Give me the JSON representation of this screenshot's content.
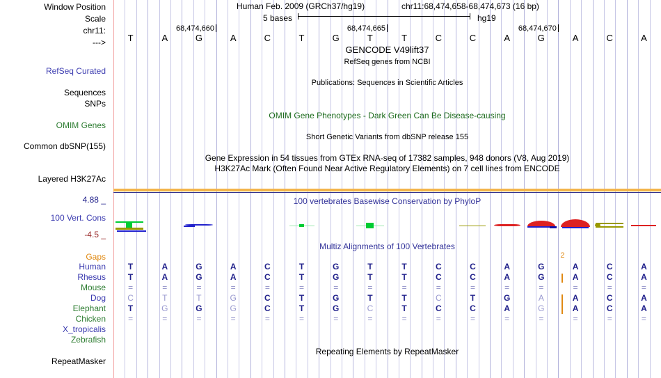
{
  "header": {
    "assembly_title": "Human Feb. 2009 (GRCh37/hg19)",
    "position": "chr11:68,474,658-68,474,673 (16 bp)",
    "scale_label": "5 bases",
    "db_label": "hg19",
    "chrom_label": "chr11:",
    "strand_label": "--->",
    "row_labels": {
      "window_position": "Window Position",
      "scale": "Scale"
    },
    "ruler_ticks": [
      {
        "label": "68,474,660",
        "base_index": 2
      },
      {
        "label": "68,474,665",
        "base_index": 7
      },
      {
        "label": "68,474,670",
        "base_index": 12
      }
    ]
  },
  "sequence": {
    "bases": [
      "T",
      "A",
      "G",
      "A",
      "C",
      "T",
      "G",
      "T",
      "T",
      "C",
      "C",
      "A",
      "G",
      "A",
      "C",
      "A"
    ]
  },
  "tracks": {
    "gencode_label": "GENCODE V49lift37",
    "refseq_center": "RefSeq genes from NCBI",
    "refseq_left": "RefSeq Curated",
    "publications_center": "Publications: Sequences in Scientific Articles",
    "sequences_left": "Sequences",
    "snps_left": "SNPs",
    "omim_center": "OMIM Gene Phenotypes - Dark Green Can Be Disease-causing",
    "omim_left": "OMIM Genes",
    "dbsnp_center": "Short Genetic Variants from dbSNP release 155",
    "dbsnp_left": "Common dbSNP(155)",
    "gtex_center": "Gene Expression in 54 tissues from GTEx RNA-seq of 17382 samples, 948 donors (V8, Aug 2019)",
    "h3k27ac_center": "H3K27Ac Mark (Often Found Near Active Regulatory Elements) on 7 cell lines from ENCODE",
    "h3k27ac_left": "Layered H3K27Ac",
    "phylop_center": "100 vertebrates Basewise Conservation by PhyloP",
    "cons_left": "100 Vert. Cons",
    "cons_max": "4.88 _",
    "cons_min": "-4.5 _",
    "multiz_center": "Multiz Alignments of 100 Vertebrates",
    "repeatmasker_center": "Repeating Elements by RepeatMasker",
    "repeatmasker_left": "RepeatMasker"
  },
  "multiz": {
    "gaps_label": "Gaps",
    "gap_count_label": "2",
    "species": [
      {
        "name": "Human",
        "color": "navy",
        "bases": [
          "T",
          "A",
          "G",
          "A",
          "C",
          "T",
          "G",
          "T",
          "T",
          "C",
          "C",
          "A",
          "G",
          "A",
          "C",
          "A"
        ]
      },
      {
        "name": "Rhesus",
        "color": "navy",
        "bases": [
          "T",
          "A",
          "G",
          "A",
          "C",
          "T",
          "G",
          "T",
          "T",
          "C",
          "C",
          "A",
          "G",
          "A",
          "C",
          "A"
        ]
      },
      {
        "name": "Mouse",
        "color": "green",
        "bases": [
          "=",
          "=",
          "=",
          "=",
          "=",
          "=",
          "=",
          "=",
          "=",
          "=",
          "=",
          "=",
          "=",
          "=",
          "=",
          "="
        ]
      },
      {
        "name": "Dog",
        "color": "navy",
        "bases": [
          "C",
          "T",
          "T",
          "G",
          "C",
          "T",
          "G",
          "T",
          "T",
          "C",
          "T",
          "G",
          "A",
          "A",
          "C",
          "A"
        ]
      },
      {
        "name": "Elephant",
        "color": "green",
        "bases": [
          "T",
          "G",
          "G",
          "G",
          "C",
          "T",
          "G",
          "C",
          "T",
          "C",
          "C",
          "A",
          "G",
          "A",
          "C",
          "A"
        ]
      },
      {
        "name": "Chicken",
        "color": "green",
        "bases": [
          "=",
          "=",
          "=",
          "=",
          "=",
          "=",
          "=",
          "=",
          "=",
          "=",
          "=",
          "=",
          "=",
          "=",
          "=",
          "="
        ]
      },
      {
        "name": "X_tropicalis",
        "color": "navy",
        "bases": [
          "",
          "",
          "",
          "",
          "",
          "",
          "",
          "",
          "",
          "",
          "",
          "",
          "",
          "",
          "",
          ""
        ]
      },
      {
        "name": "Zebrafish",
        "color": "green",
        "bases": [
          "",
          "",
          "",
          "",
          "",
          "",
          "",
          "",
          "",
          "",
          "",
          "",
          "",
          "",
          "",
          ""
        ]
      }
    ],
    "faint_cells": [
      {
        "row": 3,
        "cols": [
          0,
          1,
          2,
          3,
          9,
          12
        ]
      },
      {
        "row": 4,
        "cols": [
          1,
          3,
          7,
          12
        ]
      }
    ],
    "gap_column_index": 13
  },
  "conservation": {
    "glyphs": [
      {
        "base_index": 0,
        "kind": "tall-green-bar"
      },
      {
        "base_index": 2,
        "kind": "blue-arc"
      },
      {
        "base_index": 5,
        "kind": "small-green"
      },
      {
        "base_index": 7,
        "kind": "green-block"
      },
      {
        "base_index": 10,
        "kind": "olive-flat"
      },
      {
        "base_index": 11,
        "kind": "red-low-arc"
      },
      {
        "base_index": 12,
        "kind": "red-blue-arc"
      },
      {
        "base_index": 13,
        "kind": "red-tall-arc"
      },
      {
        "base_index": 14,
        "kind": "olive-arrow"
      },
      {
        "base_index": 15,
        "kind": "red-flat"
      }
    ]
  },
  "colors": {
    "grid": "#c8c8e6",
    "red_edge": "#f3a5a5",
    "orange_band": "#f3b44a",
    "navy": "#22228c",
    "dark_green": "#1c6b1c",
    "gap_orange": "#e08a14",
    "cons_blue": "#2222cc",
    "cons_red": "#dd2222",
    "cons_green": "#00cc33",
    "cons_olive": "#999900"
  }
}
